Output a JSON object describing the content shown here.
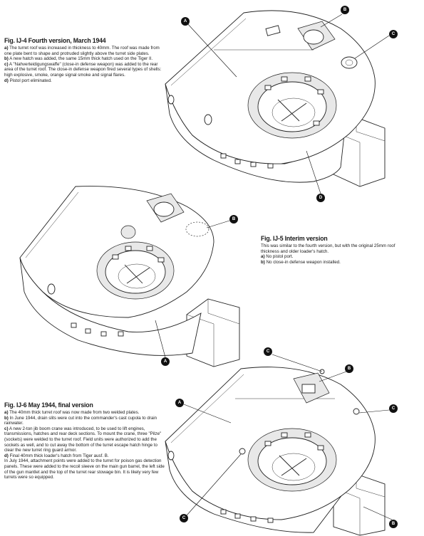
{
  "fig_ij4": {
    "title": "Fig. IJ-4 Fourth version, March 1944",
    "items": [
      {
        "key": "a)",
        "text": "The turret roof was increased in thickness to 40mm. The roof was made from one plate bent to shape and protruded slightly above the turret side plates."
      },
      {
        "key": "b)",
        "text": "A new hatch was added, the same 15mm thick hatch used on the Tiger II."
      },
      {
        "key": "c)",
        "text": "A \"Nahverteidigungswaffe\" (close-in defense weapon) was added to the rear area of the turret roof. The close-in defense weapon fired several types of shells: high explosive, smoke, orange signal smoke and signal flares."
      },
      {
        "key": "d)",
        "text": "Pistol port eliminated."
      }
    ],
    "callouts": [
      "A",
      "B",
      "C",
      "D"
    ]
  },
  "fig_ij5": {
    "title": "Fig. IJ-5 Interim version",
    "intro": "This was similar to the fourth version, but with the original 25mm roof thickness and older loader's hatch.",
    "items": [
      {
        "key": "a)",
        "text": "No pistol port."
      },
      {
        "key": "b)",
        "text": "No close-in defense weapon installed."
      }
    ],
    "callouts": [
      "B",
      "A"
    ]
  },
  "fig_ij6": {
    "title": "Fig. IJ-6 May 1944, final version",
    "items": [
      {
        "key": "a)",
        "text": "The 40mm thick turret roof was now made from two welded plates."
      },
      {
        "key": "b)",
        "text": "In June 1944, drain slits were cut into the commander's cast cupola to drain rainwater."
      },
      {
        "key": "c)",
        "text": "A new 2-ton jib boom crane was introduced, to be used to lift engines, transmissions, hatches and rear deck sections. To mount the crane, three \"Pilze\" (sockets) were welded to the turret roof. Field units were authorized to add the sockets as well, and to cut away the bottom of the turret escape hatch hinge to clear the new turret ring guard armor."
      },
      {
        "key": "d)",
        "text": "Final 40mm thick loader's hatch from Tiger ausf. B."
      },
      {
        "key": "",
        "text": "In July 1944, attachment points were added to the turret for poison gas detection panels. These were added to the recoil sleeve on the main gun barrel, the left side of the gun mantlet and the top of the turret rear stowage bin. It is likely very few turrets were so equipped."
      }
    ],
    "callouts": [
      "C",
      "B",
      "A",
      "C",
      "C",
      "B"
    ]
  }
}
